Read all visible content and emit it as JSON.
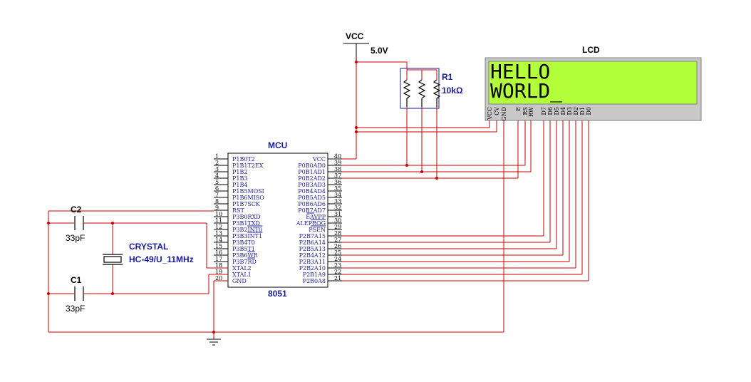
{
  "vcc": {
    "label": "VCC",
    "voltage": "5.0V"
  },
  "lcd": {
    "label": "LCD",
    "line1": "HELLO",
    "line2": "WORLD_",
    "screen_color": "#b4ff3c",
    "pins": [
      "VCC",
      "CV",
      "GND",
      "E",
      "RS",
      "RW",
      "D7",
      "D6",
      "D5",
      "D4",
      "D3",
      "D2",
      "D1",
      "D0"
    ]
  },
  "r1": {
    "label": "R1",
    "value": "10kΩ"
  },
  "mcu": {
    "label": "MCU",
    "part": "8051",
    "left_pins": [
      {
        "num": "1",
        "name": "P1B0T2"
      },
      {
        "num": "2",
        "name": "P1B1T2EX"
      },
      {
        "num": "3",
        "name": "P1B2"
      },
      {
        "num": "4",
        "name": "P1B3"
      },
      {
        "num": "5",
        "name": "P1B4"
      },
      {
        "num": "6",
        "name": "P1B5MOSI"
      },
      {
        "num": "7",
        "name": "P1B6MISO"
      },
      {
        "num": "8",
        "name": "P1B7SCK"
      },
      {
        "num": "9",
        "name": "RST"
      },
      {
        "num": "10",
        "name": "P3B0RXD"
      },
      {
        "num": "11",
        "name": "P3B1TXD"
      },
      {
        "num": "12",
        "name": "P3B2INT0"
      },
      {
        "num": "13",
        "name": "P3B3INT1"
      },
      {
        "num": "14",
        "name": "P3B4T0"
      },
      {
        "num": "15",
        "name": "P3B5T1"
      },
      {
        "num": "16",
        "name": "P3B6WR"
      },
      {
        "num": "17",
        "name": "P3B7RD"
      },
      {
        "num": "18",
        "name": "XTAL2"
      },
      {
        "num": "19",
        "name": "XTAL1"
      },
      {
        "num": "20",
        "name": "GND"
      }
    ],
    "right_pins": [
      {
        "num": "40",
        "name": "VCC"
      },
      {
        "num": "39",
        "name": "P0B0AD0"
      },
      {
        "num": "38",
        "name": "P0B1AD1"
      },
      {
        "num": "37",
        "name": "P0B2AD2"
      },
      {
        "num": "36",
        "name": "P0B3AD3"
      },
      {
        "num": "35",
        "name": "P0B4AD4"
      },
      {
        "num": "34",
        "name": "P0B5AD5"
      },
      {
        "num": "33",
        "name": "P0B6AD6"
      },
      {
        "num": "32",
        "name": "P0B7AD7"
      },
      {
        "num": "31",
        "name": "EAVPP"
      },
      {
        "num": "30",
        "name": "ALEPROG"
      },
      {
        "num": "29",
        "name": "PSEN"
      },
      {
        "num": "28",
        "name": "P2B7A15"
      },
      {
        "num": "27",
        "name": "P2B6A14"
      },
      {
        "num": "26",
        "name": "P2B5A13"
      },
      {
        "num": "25",
        "name": "P2B4A12"
      },
      {
        "num": "24",
        "name": "P2B3A11"
      },
      {
        "num": "23",
        "name": "P2B2A10"
      },
      {
        "num": "22",
        "name": "P2B1A9"
      },
      {
        "num": "21",
        "name": "P2B0A8"
      }
    ]
  },
  "c2": {
    "label": "C2",
    "value": "33pF"
  },
  "c1": {
    "label": "C1",
    "value": "33pF"
  },
  "crystal": {
    "label": "CRYSTAL",
    "part": "HC-49/U_11MHz"
  }
}
